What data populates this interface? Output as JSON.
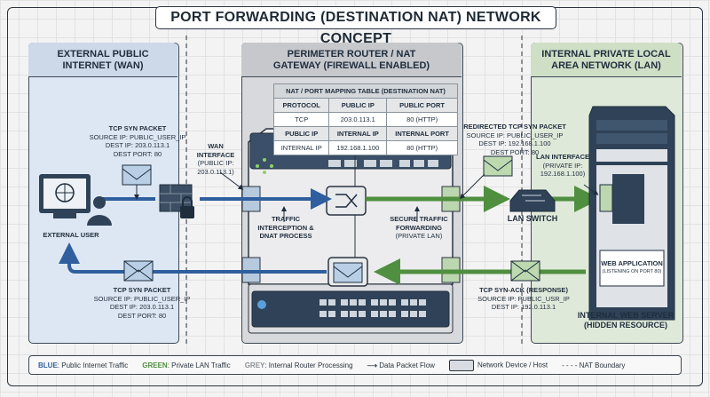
{
  "title": "PORT FORWARDING (DESTINATION NAT) NETWORK CONCEPT",
  "zones": {
    "wan": {
      "title": "EXTERNAL PUBLIC INTERNET (WAN)",
      "color": "#dde7f3"
    },
    "router": {
      "title": "PERIMETER ROUTER / NAT GATEWAY (FIREWALL ENABLED)",
      "color": "#d8d9dc"
    },
    "lan": {
      "title": "INTERNAL PRIVATE LOCAL AREA NETWORK (LAN)",
      "color": "#dfe9d9"
    }
  },
  "nat_table": {
    "title": "NAT / PORT MAPPING TABLE (DESTINATION NAT)",
    "header1": [
      "PROTOCOL",
      "PUBLIC IP",
      "PUBLIC PORT"
    ],
    "row1": [
      "TCP",
      "203.0.113.1",
      "80 (HTTP)"
    ],
    "header2": [
      "PUBLIC IP",
      "INTERNAL IP",
      "INTERNAL PORT"
    ],
    "row2": [
      "INTERNAL IP",
      "192.168.1.100",
      "80 (HTTP)"
    ]
  },
  "labels": {
    "syn_in": {
      "title": "TCP SYN PACKET",
      "l1": "SOURCE IP: PUBLIC_USER_IP",
      "l2": "DEST IP: 203.0.113.1",
      "l3": "DEST PORT: 80"
    },
    "wan_if": {
      "title": "WAN INTERFACE",
      "l1": "(PUBLIC IP:",
      "l2": "203.0.113.1)"
    },
    "redirected": {
      "title": "REDIRECTED TCP SYN PACKET",
      "l1": "SOURCE IP: PUBLIC_USER_IP",
      "l2": "DEST IP: 192.168.1.100",
      "l3": "DEST PORT: 80"
    },
    "lan_if": {
      "title": "LAN INTERFACE",
      "l1": "(PRIVATE IP:",
      "l2": "192.168.1.100)"
    },
    "external_user": "EXTERNAL USER",
    "interception": "TRAFFIC INTERCEPTION & DNAT PROCESS",
    "secure": {
      "title": "SECURE TRAFFIC FORWARDING",
      "l1": "(PRIVATE LAN)"
    },
    "lan_switch": "LAN SWITCH",
    "web_app": {
      "title": "WEB APPLICATION",
      "l1": "(LISTENING ON PORT 80)"
    },
    "server": {
      "title": "INTERNAL WEB SERVER",
      "l1": "(HIDDEN RESOURCE)"
    },
    "syn_out": {
      "title": "TCP SYN PACKET",
      "l1": "SOURCE IP: PUBLIC_USER_IP",
      "l2": "DEST IP: 203.0.113.1",
      "l3": "DEST PORT: 80"
    },
    "synack": {
      "title": "TCP SYN-ACK (RESPONSE)",
      "l1": "SOURCE IP: PUBLIC_USR_IP",
      "l2": "DEST IP: 192.0.113.1"
    }
  },
  "legend": {
    "blue_key": "BLUE",
    "blue_text": ": Public Internet Traffic",
    "green_key": "GREEN",
    "green_text": ": Private LAN Traffic",
    "grey_key": "GREY",
    "grey_text": ": Internal Router Processing",
    "flow": "Data Packet Flow",
    "device": "Network Device / Host",
    "boundary": "NAT Boundary"
  },
  "colors": {
    "blue": "#2f5f9e",
    "green": "#4f8f3f",
    "grey": "#8a8f95",
    "dark": "#2a3440"
  }
}
